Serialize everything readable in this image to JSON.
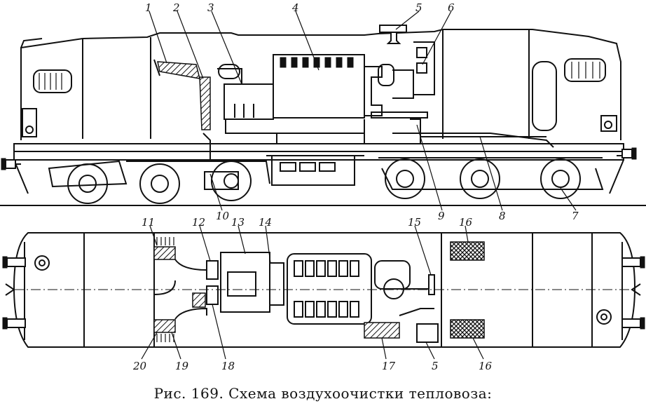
{
  "caption": "Рис. 169. Схема воздухоочистки тепловоза:",
  "labels": [
    "1",
    "2",
    "3",
    "4",
    "5",
    "6",
    "7",
    "8",
    "9",
    "10",
    "11",
    "12",
    "13",
    "14",
    "15",
    "16",
    "17",
    "18",
    "19",
    "20"
  ],
  "label_duplicates": {
    "5": "5",
    "16": "16"
  }
}
